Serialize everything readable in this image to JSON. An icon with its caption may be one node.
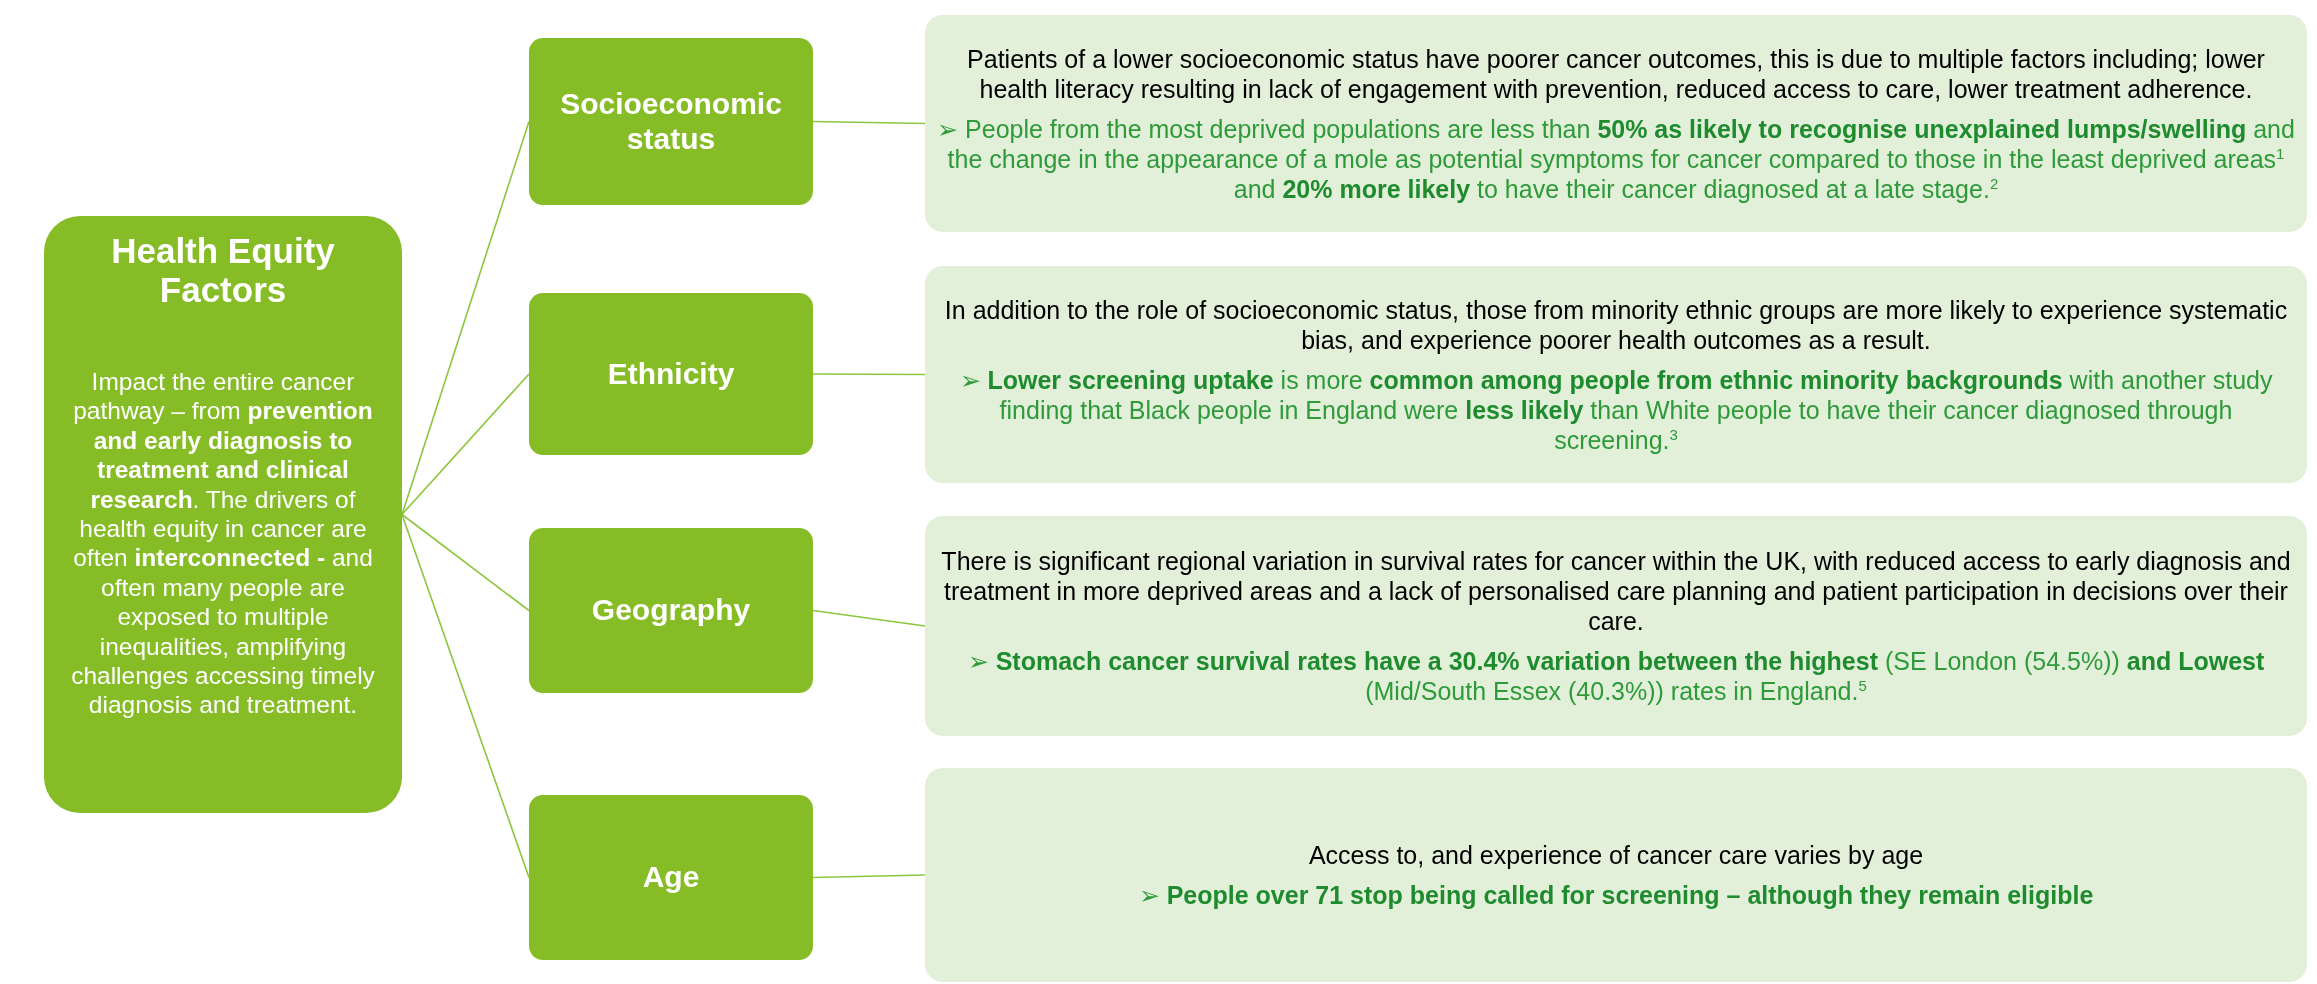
{
  "diagram": {
    "nodes": [
      {
        "text": [
          "Health Equity Factors",
          "Impact the entire cancer pathway – from **prevention and early diagnosis to treatment and clinical research**. The drivers of health equity in cancer are often **interconnected -** and often many people are exposed to multiple inequalities, amplifying challenges accessing timely diagnosis and treatment."
        ]
      },
      {
        "text": [
          "Socioeconomic status"
        ]
      },
      {
        "text": [
          "Patients of a lower socioeconomic status have poorer cancer outcomes, this is due to multiple factors including; lower health literacy resulting in lack of engagement with prevention, reduced access to care, lower treatment adherence.",
          "➢ People from the most deprived populations are less than **50% as likely to recognise unexplained lumps/swelling** and the change in the appearance of a mole as potential symptoms for cancer compared to those in the least deprived areas$^{1}$ and **20% more likely** to have their cancer diagnosed at a late stage.$^{2}$"
        ]
      },
      {
        "text": [
          "Ethnicity"
        ]
      },
      {
        "text": [
          "In addition to the role of socioeconomic status, those from minority ethnic groups are more likely to experience systematic bias, and experience poorer health outcomes as a result.",
          "➢ **Lower screening uptake** is more **common among people from ethnic minority backgrounds** with another study finding that Black people in England were **less likely** than White people to have their cancer diagnosed through screening.$^{3}$"
        ]
      },
      {
        "text": [
          "Geography"
        ]
      },
      {
        "text": [
          "There is significant regional variation in survival rates for cancer within the UK, with reduced access to early diagnosis and treatment in more deprived areas and a lack of personalised care planning and patient participation in decisions over their care.",
          "➢ **Stomach cancer survival rates have a 30.4% variation between the highest** (SE London (54.5%)) **and Lowest** (Mid/South Essex (40.3%)) rates in England.$^{5}$"
        ]
      },
      {
        "text": [
          "Age"
        ]
      },
      {
        "text": [
          "Access to, and experience of cancer care varies by age",
          "➢ **People over 71 stop being called for screening – although they remain eligible**"
        ]
      }
    ],
    "edges": [
      {
        "from": 0,
        "to": 1,
        "arrow": "none"
      },
      {
        "from": 0,
        "to": 3,
        "arrow": "none"
      },
      {
        "from": 0,
        "to": 5,
        "arrow": "none"
      },
      {
        "from": 0,
        "to": 7,
        "arrow": "none"
      },
      {
        "from": 1,
        "to": 2,
        "arrow": "none"
      },
      {
        "from": 3,
        "to": 4,
        "arrow": "none"
      },
      {
        "from": 5,
        "to": 6,
        "arrow": "none"
      },
      {
        "from": 7,
        "to": 8,
        "arrow": "none"
      }
    ]
  }
}
